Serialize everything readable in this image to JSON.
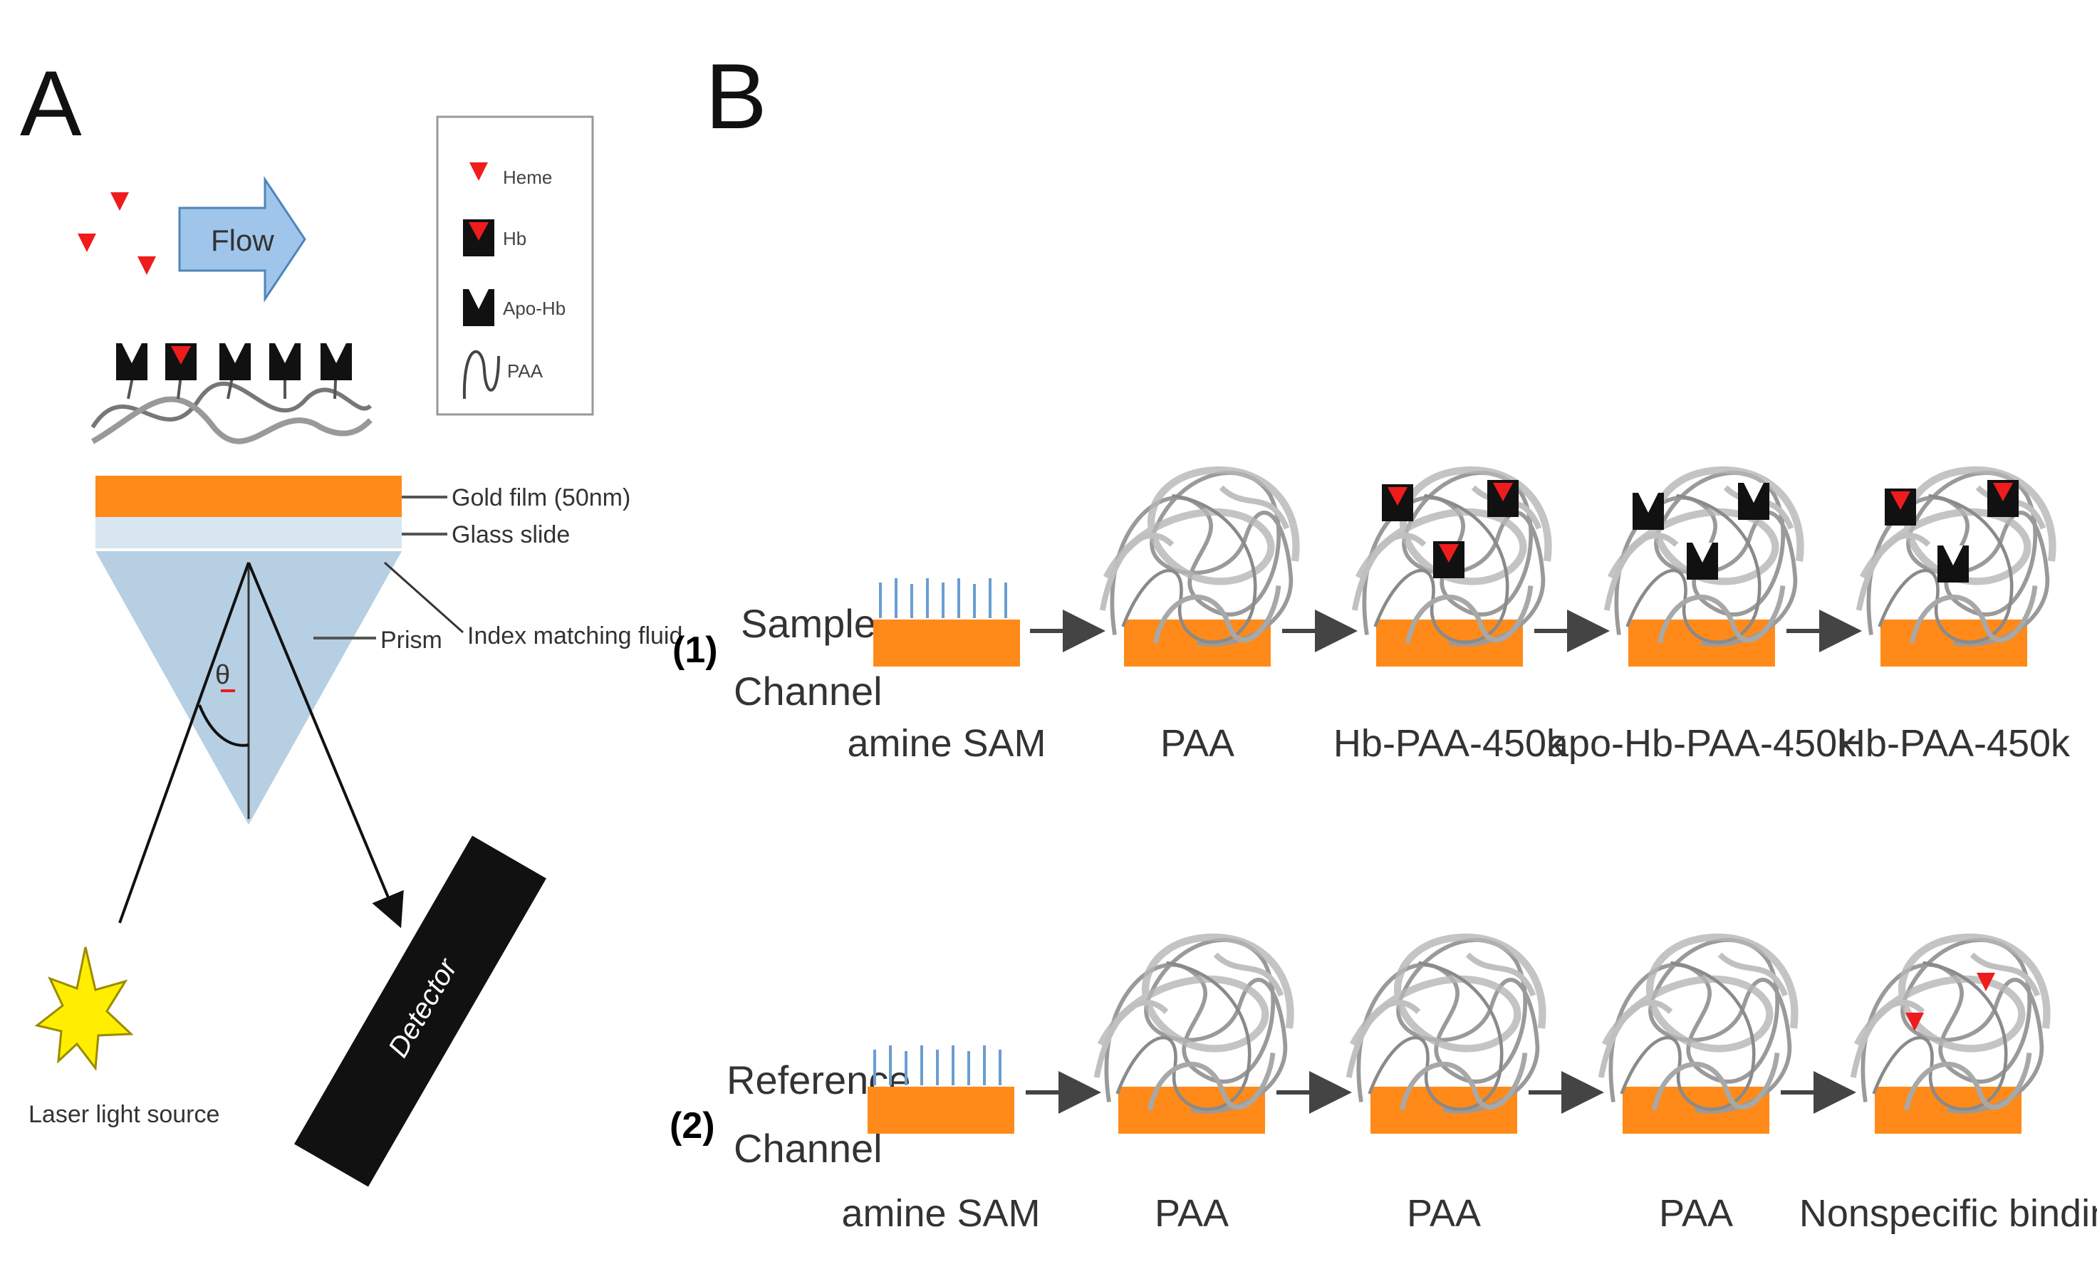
{
  "panel_a": {
    "label": "A",
    "flow_label": "Flow",
    "legend": [
      "Heme",
      "Hb",
      "Apo-Hb",
      "PAA"
    ],
    "layers": {
      "gold": "Gold film (50nm)",
      "glass": "Glass slide",
      "index": "Index matching fluid",
      "prism": "Prism"
    },
    "angle_symbol": "θ",
    "laser": "Laser light source",
    "detector": "Detector"
  },
  "panel_b": {
    "label": "B",
    "rows": [
      {
        "number": "(1)",
        "channel_line1": "Sample",
        "channel_line2": "Channel",
        "steps": [
          "amine SAM",
          "PAA",
          "Hb-PAA-450k",
          "apo-Hb-PAA-450k",
          "Hb-PAA-450k"
        ]
      },
      {
        "number": "(2)",
        "channel_line1": "Reference",
        "channel_line2": "Channel",
        "steps": [
          "amine SAM",
          "PAA",
          "PAA",
          "PAA",
          "Nonspecific binding"
        ]
      }
    ]
  },
  "colors": {
    "orange": "#ff8a1a",
    "heme_red": "#ee1c1c",
    "prism_blue": "#b7cfe3",
    "flow_blue": "#9fc6ea",
    "sam_blue": "#6b9ed0",
    "polymer_gray": "#9a9a9a"
  }
}
